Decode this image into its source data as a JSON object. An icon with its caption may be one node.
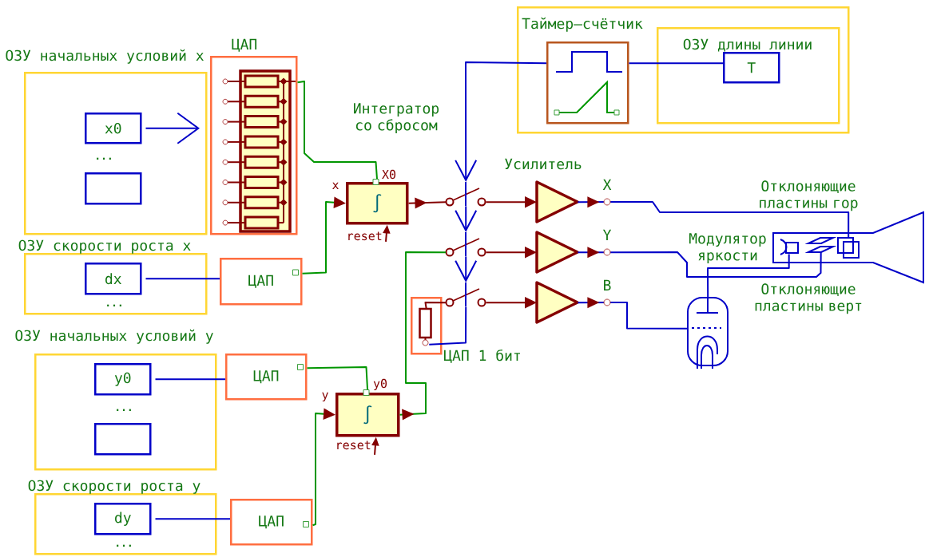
{
  "diagram": {
    "nodes": [
      {
        "text": [
          "ОЗУ начальных условий x",
          "..."
        ]
      },
      {
        "text": [
          "x0"
        ],
        "in": 0
      },
      {
        "text": [],
        "shape": "box",
        "in": 0
      },
      {
        "text": [
          "ЦАП"
        ]
      },
      {
        "text": [
          "∫"
        ]
      },
      {
        "text": [
          "ОЗУ скорости роста x",
          "..."
        ]
      },
      {
        "text": [
          "dx"
        ],
        "in": 5
      },
      {
        "text": [
          "ЦАП"
        ]
      },
      {
        "text": [
          "ОЗУ начальных условий y",
          "..."
        ]
      },
      {
        "text": [
          "y0"
        ],
        "in": 8
      },
      {
        "text": [],
        "shape": "box",
        "in": 8
      },
      {
        "text": [
          "ЦАП"
        ]
      },
      {
        "text": [
          "∫"
        ]
      },
      {
        "text": [
          "ОЗУ скорости роста y",
          "..."
        ]
      },
      {
        "text": [
          "dy"
        ],
        "in": 13
      },
      {
        "text": [
          "ЦАП"
        ]
      },
      {
        "text": [
          "Таймер—счётчик"
        ]
      },
      {
        "text": [],
        "shape": "box",
        "in": 16
      },
      {
        "text": [
          "ОЗУ длины линии"
        ],
        "in": 16
      },
      {
        "text": [
          "T"
        ],
        "in": 18
      },
      {
        "text": [],
        "shape": "switch"
      },
      {
        "text": [],
        "shape": "switch"
      },
      {
        "text": [],
        "shape": "switch"
      },
      {
        "text": [
          "ЦАП 1 бит"
        ]
      },
      {
        "text": [],
        "shape": "triangle"
      },
      {
        "text": [],
        "shape": "triangle"
      },
      {
        "text": [],
        "shape": "triangle"
      },
      {
        "text": [],
        "shape": "box"
      },
      {
        "text": [],
        "shape": "picture"
      },
      {
        "text": [],
        "shape": "picture"
      },
      {
        "text": [],
        "shape": "picture"
      },
      {
        "text": [
          "reset"
        ]
      },
      {
        "text": [
          "reset"
        ]
      }
    ],
    "edges": [
      {
        "from": 1,
        "to": 3,
        "arrow": "to"
      },
      {
        "from": 3,
        "to": 4,
        "arrow": "none",
        "color": "#009600"
      },
      {
        "from": 6,
        "to": 7,
        "arrow": "none"
      },
      {
        "from": 7,
        "to": 4,
        "arrow": "to",
        "color": "#009600"
      },
      {
        "from": 9,
        "to": 11,
        "arrow": "none"
      },
      {
        "from": 11,
        "to": 12,
        "arrow": "none",
        "color": "#009600"
      },
      {
        "from": 14,
        "to": 15,
        "arrow": "none"
      },
      {
        "from": 15,
        "to": 12,
        "arrow": "to",
        "color": "#009600"
      },
      {
        "from": 31,
        "to": 4,
        "arrow": "to",
        "color": "#840000"
      },
      {
        "from": 32,
        "to": 12,
        "arrow": "to",
        "color": "#840000"
      },
      {
        "from": 19,
        "to": 17,
        "arrow": "none"
      },
      {
        "from": 17,
        "to": 20,
        "arrow": "to"
      },
      {
        "from": 20,
        "to": 21,
        "arrow": "to"
      },
      {
        "from": 21,
        "to": 22,
        "arrow": "to"
      },
      {
        "from": 22,
        "to": 23,
        "arrow": "none"
      },
      {
        "from": 4,
        "to": 20,
        "arrow": "to",
        "color": "#840000"
      },
      {
        "from": 12,
        "to": 21,
        "arrow": "to",
        "color": "#009600"
      },
      {
        "from": 23,
        "to": 22,
        "arrow": "none",
        "color": "#840000"
      },
      {
        "from": 20,
        "to": 24,
        "arrow": "to",
        "color": "#840000"
      },
      {
        "from": 21,
        "to": 25,
        "arrow": "to",
        "color": "#840000"
      },
      {
        "from": 22,
        "to": 26,
        "arrow": "to",
        "color": "#840000"
      },
      {
        "from": 24,
        "to": 27,
        "arrow": "to"
      },
      {
        "from": 25,
        "to": 29,
        "arrow": "to"
      },
      {
        "from": 26,
        "to": 30,
        "arrow": "to"
      },
      {
        "from": 30,
        "to": 28,
        "arrow": "none"
      }
    ],
    "labels": [
      "Интегратор со сбросом",
      "Усилитель",
      "X0",
      "x",
      "X",
      "Отклоняющие пластины гор",
      "Y",
      "Модулятор яркости",
      "B",
      "Отклоняющие пластины верт",
      "y0",
      "y"
    ]
  }
}
